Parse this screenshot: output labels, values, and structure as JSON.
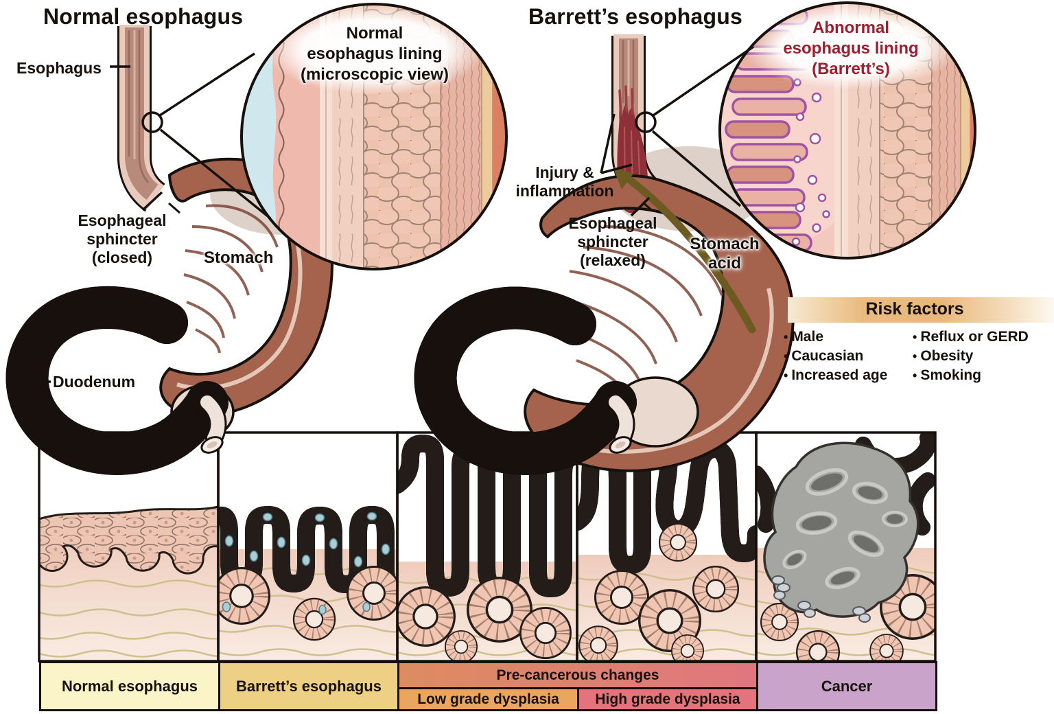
{
  "left_panel": {
    "title": "Normal esophagus",
    "labels": {
      "esophagus": "Esophagus",
      "sphincter": "Esophageal\nsphincter\n(closed)",
      "stomach": "Stomach",
      "duodenum": "Duodenum"
    },
    "inset_caption": "Normal\nesophagus lining\n(microscopic view)",
    "inset_caption_color": "#17110d"
  },
  "right_panel": {
    "title": "Barrett’s esophagus",
    "labels": {
      "injury": "Injury &\ninflammation",
      "sphincter": "Esophageal\nsphincter\n(relaxed)",
      "stomach_acid": "Stomach\nacid"
    },
    "inset_caption": "Abnormal\nesophagus lining\n(Barrett’s)",
    "inset_caption_color": "#9e1e2d"
  },
  "risk_factors": {
    "title": "Risk factors",
    "band_gradient": "linear-gradient(90deg,#f7ead3 0%,#eaba7e 28%,#e9b87c 58%,#f3dcba 82%,#fdf9f2 100%)",
    "column1": [
      "Male",
      "Caucasian",
      "Increased age"
    ],
    "column2": [
      "Reflux or GERD",
      "Obesity",
      "Smoking"
    ]
  },
  "progression": {
    "stages": [
      {
        "label": "Normal esophagus",
        "color": "#faf4c8"
      },
      {
        "label": "Barrett’s esophagus",
        "color": "#eed084"
      },
      {
        "label": "Cancer",
        "color": "#c9a3c9"
      }
    ],
    "precancer": {
      "header": "Pre-cancerous changes",
      "header_gradient": "linear-gradient(90deg,#dd8c5f 0%,#e0767f 100%)",
      "sub": [
        {
          "label": "Low grade dysplasia",
          "color": "#eba55e"
        },
        {
          "label": "High grade dysplasia",
          "color": "#e4737c"
        }
      ]
    }
  }
}
